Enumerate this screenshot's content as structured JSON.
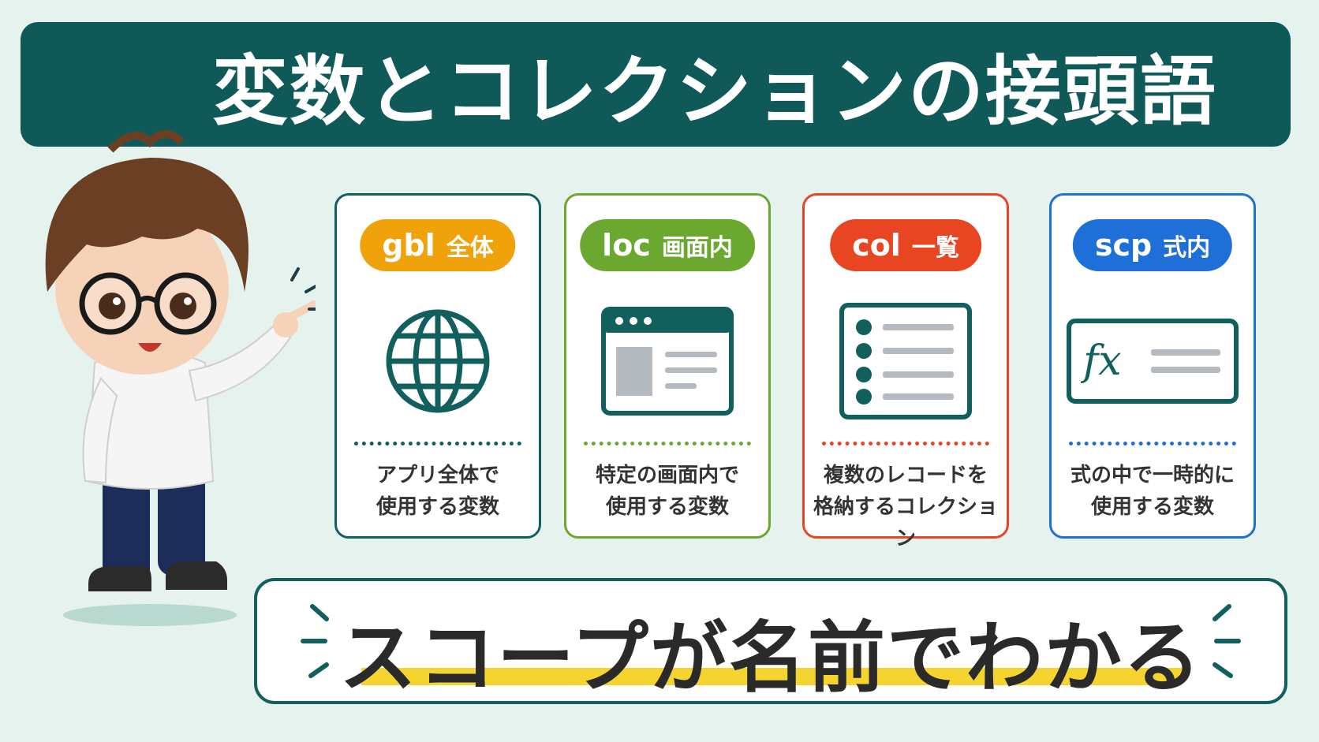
{
  "title": "変数とコレクションの接頭語",
  "cards": [
    {
      "prefix": "gbl",
      "label": "全体",
      "desc_line1": "アプリ全体で",
      "desc_line2": "使用する変数",
      "icon": "globe-icon",
      "color": "#f0a20a"
    },
    {
      "prefix": "loc",
      "label": "画面内",
      "desc_line1": "特定の画面内で",
      "desc_line2": "使用する変数",
      "icon": "window-icon",
      "color": "#6aa82f"
    },
    {
      "prefix": "col",
      "label": "一覧",
      "desc_line1": "複数のレコードを",
      "desc_line2": "格納するコレクション",
      "icon": "list-icon",
      "color": "#e84522"
    },
    {
      "prefix": "scp",
      "label": "式内",
      "desc_line1": "式の中で一時的に",
      "desc_line2": "使用する変数",
      "icon": "formula-icon",
      "color": "#1e6fd8"
    }
  ],
  "formula_glyph": "fx",
  "slogan": "スコープが名前でわかる",
  "colors": {
    "title_bg": "#0f5a58",
    "background": "#e6f2ee",
    "highlight": "#f5d430"
  }
}
